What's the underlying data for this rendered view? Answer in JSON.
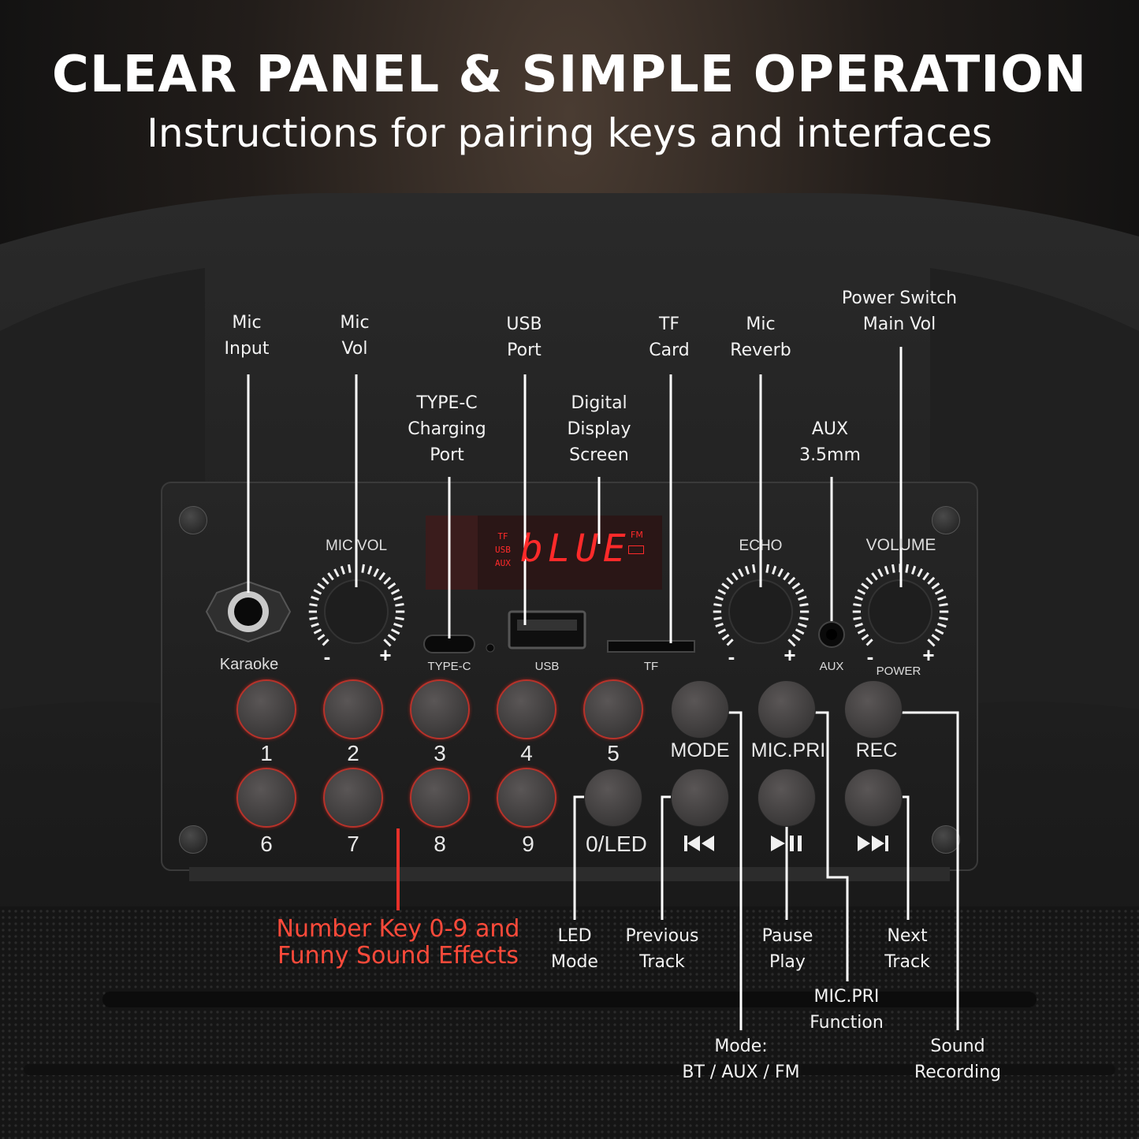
{
  "header": {
    "title": "CLEAR PANEL & SIMPLE OPERATION",
    "subtitle": "Instructions for pairing keys and interfaces"
  },
  "annotations": {
    "mic_input": [
      "Mic",
      "Input"
    ],
    "mic_vol": [
      "Mic",
      "Vol"
    ],
    "type_c": [
      "TYPE-C",
      "Charging",
      "Port"
    ],
    "usb_port": [
      "USB",
      "Port"
    ],
    "digital_display": [
      "Digital",
      "Display",
      "Screen"
    ],
    "tf_card": [
      "TF",
      "Card"
    ],
    "mic_reverb": [
      "Mic",
      "Reverb"
    ],
    "aux": [
      "AUX",
      "3.5mm"
    ],
    "power_switch": [
      "Power Switch",
      "Main Vol"
    ],
    "number_keys": [
      "Number Key 0-9 and",
      "Funny Sound Effects"
    ],
    "led_mode": [
      "LED",
      "Mode"
    ],
    "previous_track": [
      "Previous",
      "Track"
    ],
    "pause_play": [
      "Pause",
      "Play"
    ],
    "next_track": [
      "Next",
      "Track"
    ],
    "mic_pri_function": [
      "MIC.PRI",
      "Function"
    ],
    "mode_desc": [
      "Mode:",
      "BT / AUX / FM"
    ],
    "sound_recording": [
      "Sound",
      "Recording"
    ]
  },
  "panel": {
    "karaoke": "Karaoke",
    "mic_vol": "MIC VOL",
    "echo": "ECHO",
    "volume": "VOLUME",
    "type_c": "TYPE-C",
    "usb": "USB",
    "tf": "TF",
    "aux": "AUX",
    "power": "POWER",
    "minus": "-",
    "plus": "+",
    "display": {
      "text": "bLUE",
      "left_indicators": [
        "TF",
        "USB",
        "AUX"
      ],
      "right_indicator": "FM"
    }
  },
  "buttons": {
    "row1": [
      "1",
      "2",
      "3",
      "4",
      "5",
      "MODE",
      "MIC.PRI",
      "REC"
    ],
    "row2": [
      "6",
      "7",
      "8",
      "9",
      "0/LED"
    ],
    "transport_icons": [
      "previous-icon",
      "play-pause-icon",
      "next-icon"
    ]
  },
  "colors": {
    "accent_red": "#ff4a3a",
    "display_red": "#ff2a2a"
  }
}
